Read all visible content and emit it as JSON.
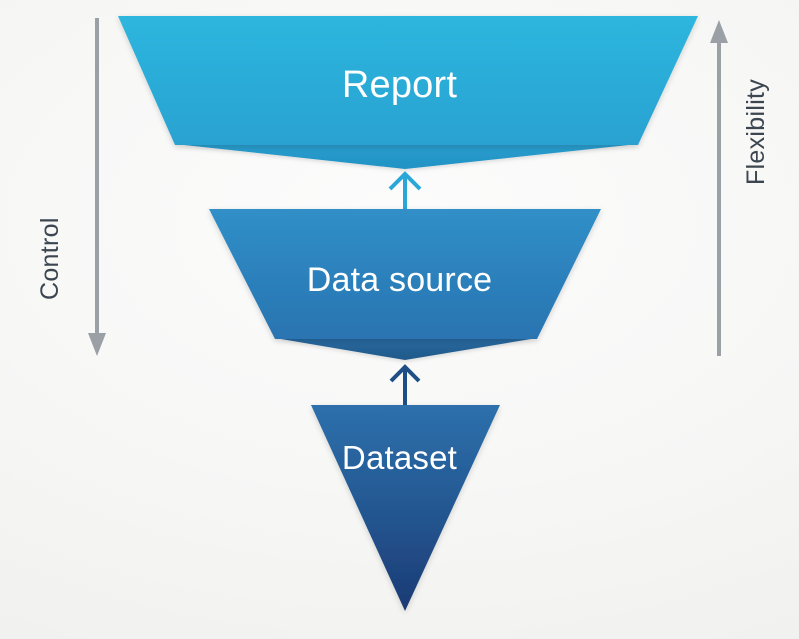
{
  "diagram": {
    "type": "inverted-funnel",
    "title": "Report / Data source / Dataset funnel",
    "background_color": "#f6f6f5",
    "stages": [
      {
        "id": "report",
        "label": "Report",
        "level": 1,
        "color_top": "#2ab4dd",
        "color_bottom": "#2aa3d2",
        "color_foot": "#2396c7",
        "text_color": "#ffffff"
      },
      {
        "id": "data-source",
        "label": "Data source",
        "level": 2,
        "color_top": "#2f8cc4",
        "color_bottom": "#2a76b3",
        "color_foot": "#23639b",
        "text_color": "#ffffff"
      },
      {
        "id": "dataset",
        "label": "Dataset",
        "level": 3,
        "color_top": "#2b6ca8",
        "color_bottom": "#1d3c77",
        "text_color": "#ffffff"
      }
    ],
    "connectors": [
      {
        "id": "dataset-to-data-source",
        "from": "dataset",
        "to": "data-source",
        "direction": "up",
        "color": "#1d4f86"
      },
      {
        "id": "data-source-to-report",
        "from": "data-source",
        "to": "report",
        "direction": "up",
        "color": "#29a8d8"
      }
    ],
    "axes": [
      {
        "id": "control",
        "label": "Control",
        "side": "left",
        "direction": "down",
        "color": "#9aa0a6",
        "text_color": "#3c4650"
      },
      {
        "id": "flexibility",
        "label": "Flexibility",
        "side": "right",
        "direction": "up",
        "color": "#9aa0a6",
        "text_color": "#3c4650"
      }
    ]
  }
}
